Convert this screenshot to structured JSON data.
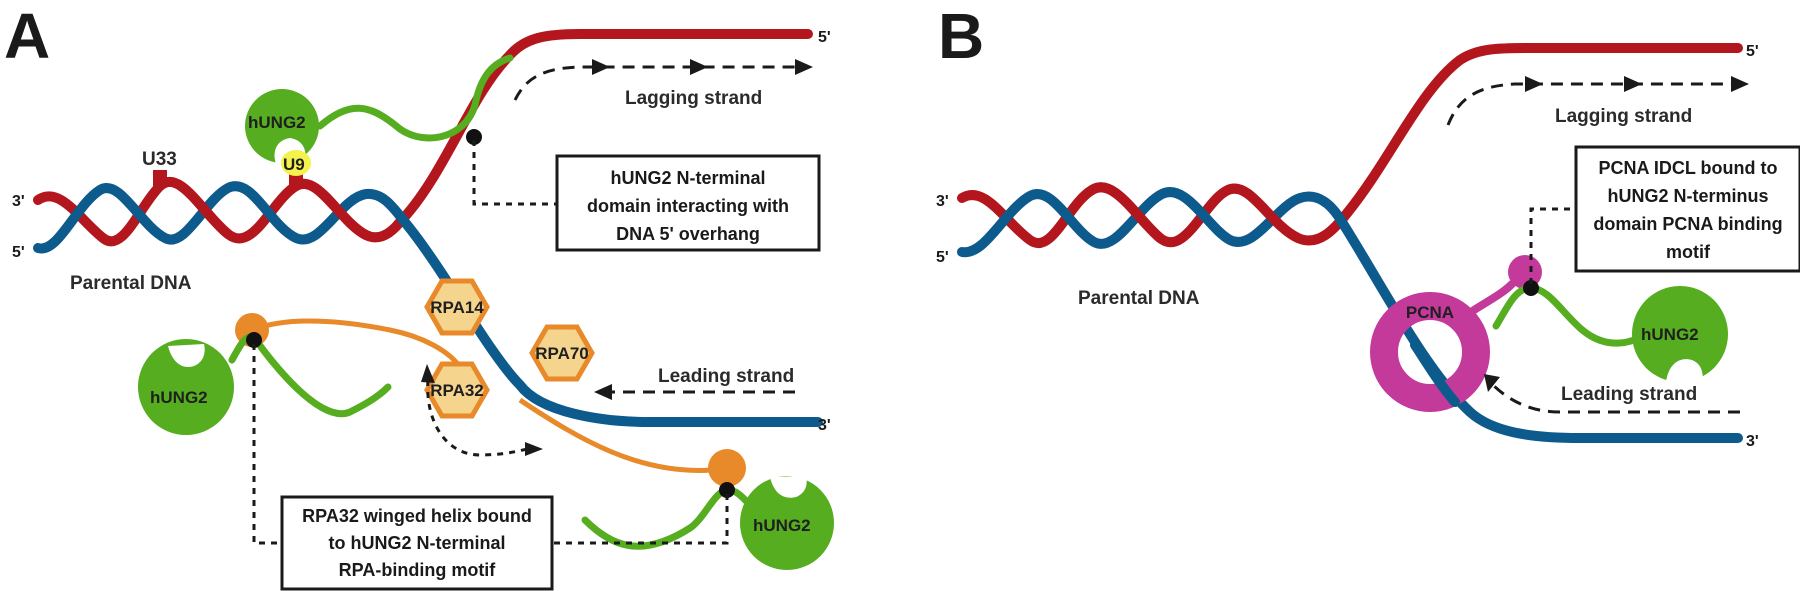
{
  "panels": [
    {
      "letter": "A",
      "strand_ends": {
        "top_right": "5'",
        "left_top": "3'",
        "left_bottom": "5'",
        "right_bottom": "3'"
      },
      "labels": {
        "parental_dna": "Parental DNA",
        "lagging_strand": "Lagging strand",
        "leading_strand": "Leading strand",
        "uracil_1": "U33",
        "uracil_2": "U9"
      },
      "proteins": {
        "hung2_top": "hUNG2",
        "hung2_left": "hUNG2",
        "hung2_bottom": "hUNG2",
        "rpa14": "RPA14",
        "rpa70": "RPA70",
        "rpa32": "RPA32"
      },
      "callouts": {
        "overhang": [
          "hUNG2 N-terminal",
          "domain interacting with",
          "DNA 5' overhang"
        ],
        "rpa32": [
          "RPA32 winged helix bound",
          "to hUNG2 N-terminal",
          "RPA-binding motif"
        ]
      }
    },
    {
      "letter": "B",
      "strand_ends": {
        "top_right": "5'",
        "left_top": "3'",
        "left_bottom": "5'",
        "right_bottom": "3'"
      },
      "labels": {
        "parental_dna": "Parental DNA",
        "lagging_strand": "Lagging strand",
        "leading_strand": "Leading strand"
      },
      "proteins": {
        "pcna": "PCNA",
        "hung2": "hUNG2"
      },
      "callouts": {
        "pcna": [
          "PCNA IDCL bound to",
          "hUNG2 N-terminus",
          "domain PCNA binding",
          "motif"
        ]
      }
    }
  ],
  "colors": {
    "strand_red": "#b3161d",
    "strand_blue": "#0d5a8c",
    "hung2_green": "#55ad1f",
    "rpa_orange": "#e8892a",
    "rpa_fill": "#f5d48e",
    "pcna_magenta": "#c33a9b",
    "uracil_yellow": "#f4f24c"
  }
}
